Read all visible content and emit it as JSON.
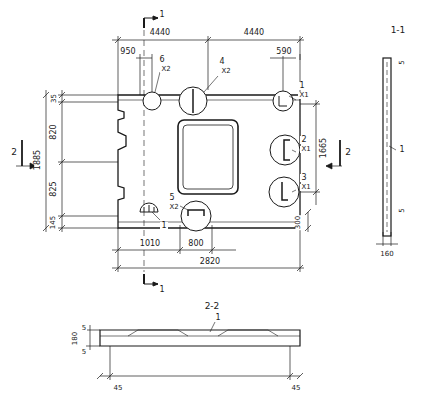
{
  "diagram": {
    "labels": [
      "1",
      "4440",
      "4440",
      "950",
      "590",
      "6",
      "Х2",
      "4",
      "Х2",
      "1",
      "Х1",
      "1-1",
      "35",
      "820",
      "1885",
      "825",
      "145",
      "2",
      "2",
      "Х1",
      "3",
      "Х1",
      "1665",
      "2",
      "300",
      "5",
      "Х2",
      "1",
      "1010",
      "800",
      "2820",
      "1",
      "5",
      "1",
      "5",
      "160",
      "2-2",
      "1",
      "180",
      "5",
      "5",
      "45",
      "45"
    ]
  }
}
